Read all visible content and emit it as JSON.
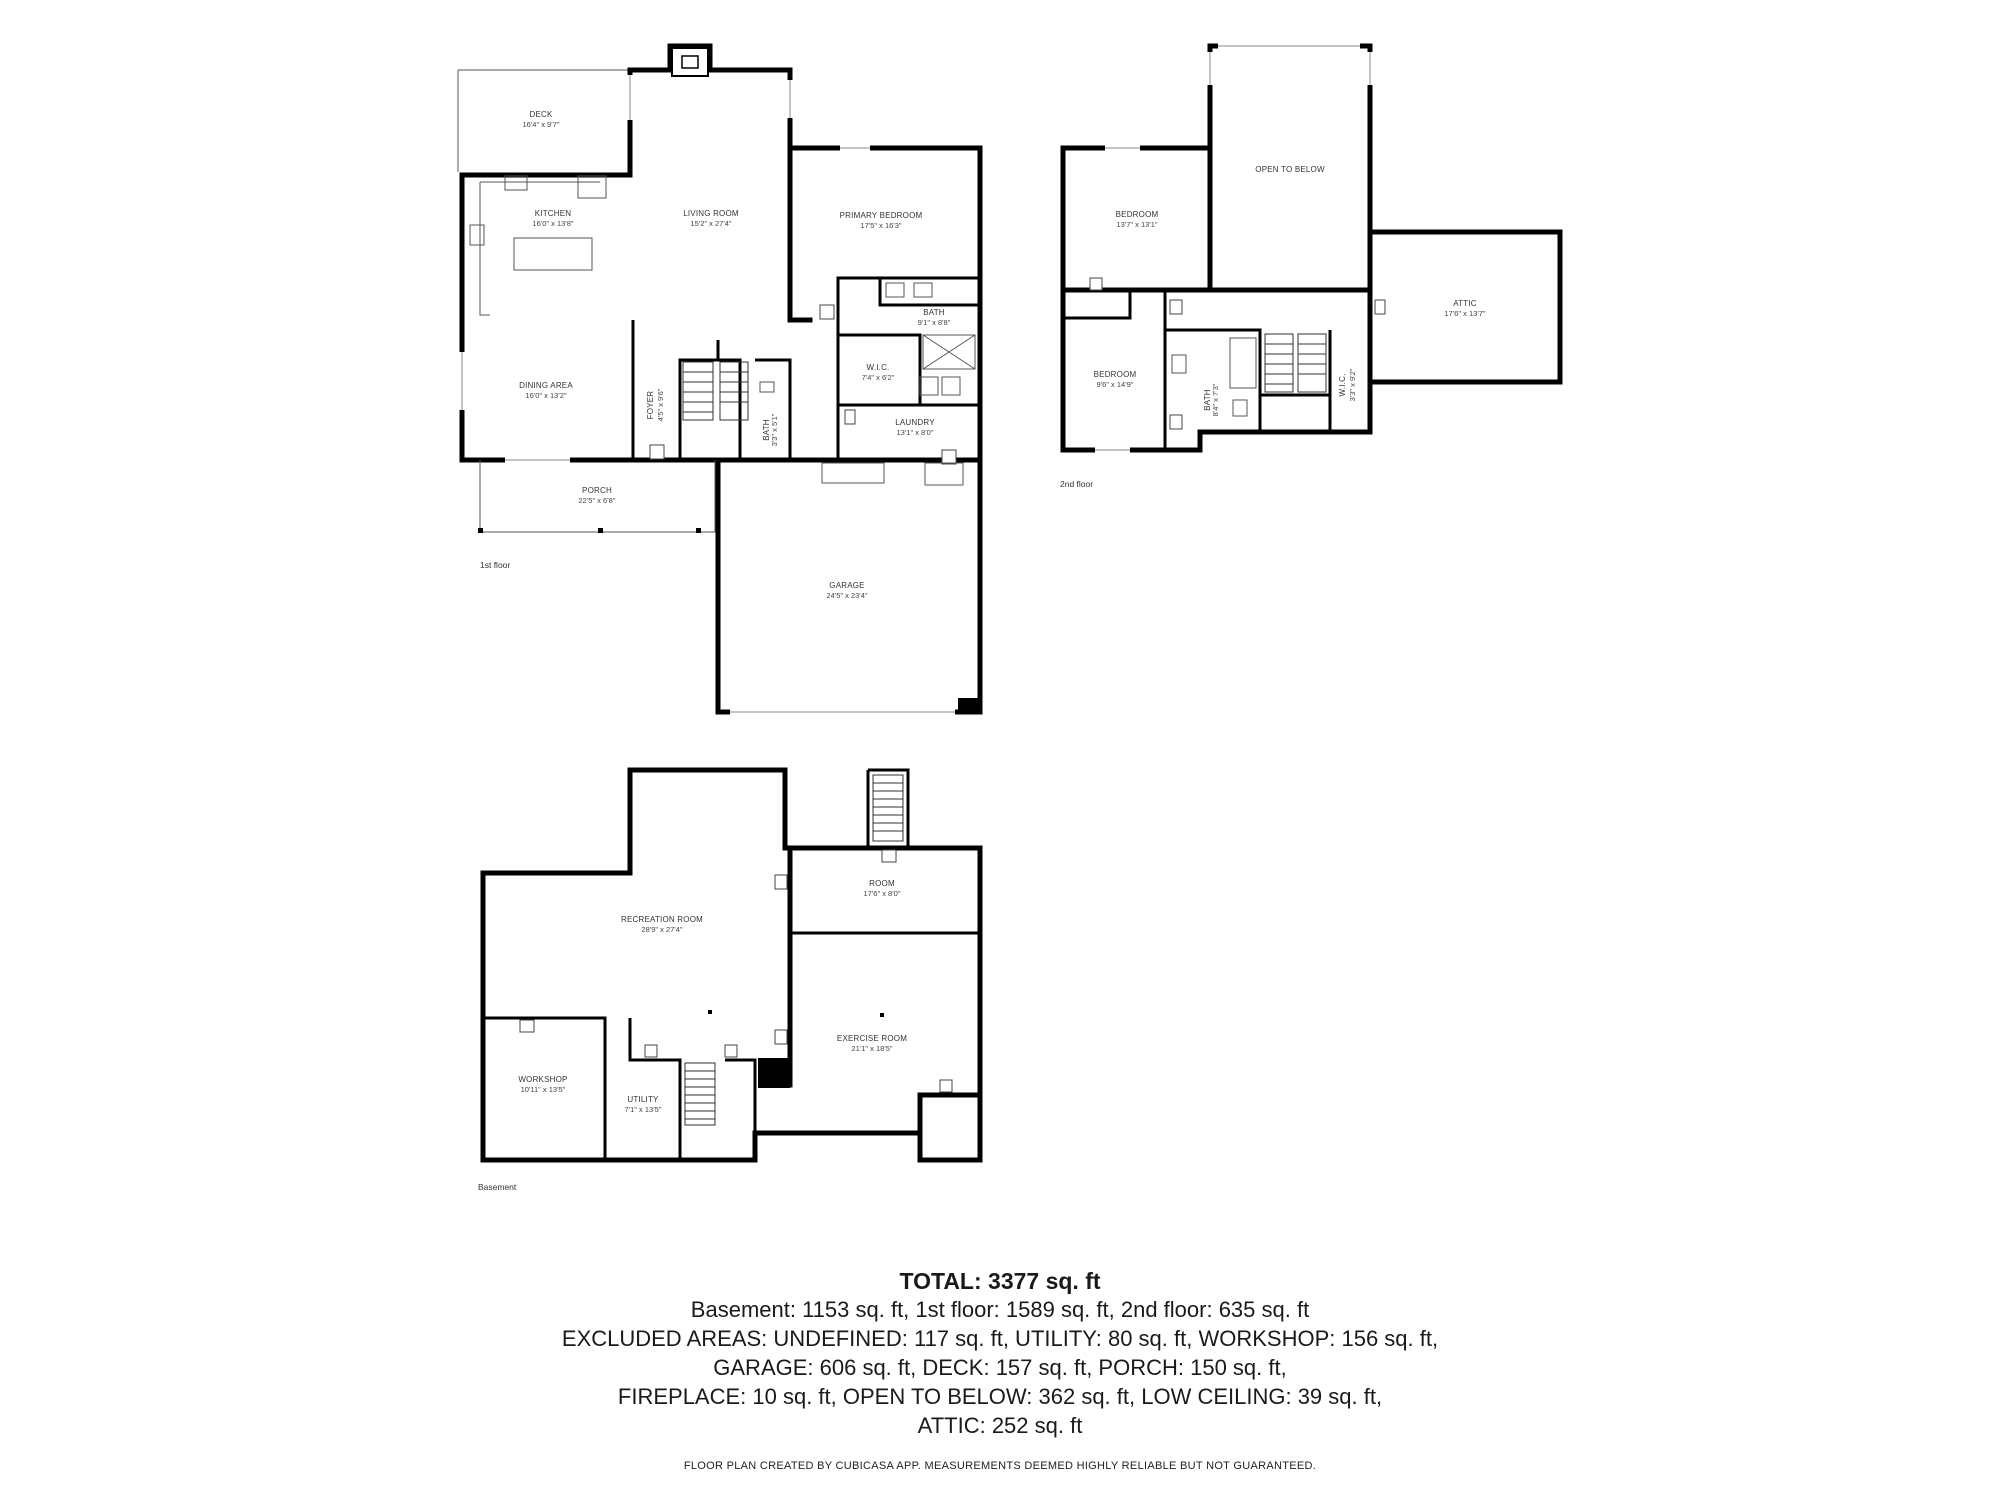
{
  "floors": {
    "first": "1st floor",
    "second": "2nd floor",
    "basement": "Basement"
  },
  "rooms": {
    "deck": {
      "name": "DECK",
      "dims": "16'4\" x 9'7\""
    },
    "kitchen": {
      "name": "KITCHEN",
      "dims": "16'0\" x 13'8\""
    },
    "living": {
      "name": "LIVING ROOM",
      "dims": "15'2\" x 27'4\""
    },
    "primary_bedroom": {
      "name": "PRIMARY BEDROOM",
      "dims": "17'5\" x 16'3\""
    },
    "primary_bath": {
      "name": "BATH",
      "dims": "9'1\" x 8'8\""
    },
    "wic1": {
      "name": "W.I.C.",
      "dims": "7'4\" x 6'2\""
    },
    "dining": {
      "name": "DINING AREA",
      "dims": "16'0\" x 13'2\""
    },
    "foyer": {
      "name": "FOYER",
      "dims": "4'5\" x 9'6\""
    },
    "half_bath": {
      "name": "BATH",
      "dims": "3'3\" x 5'1\""
    },
    "laundry": {
      "name": "LAUNDRY",
      "dims": "13'1\" x 8'0\""
    },
    "porch": {
      "name": "PORCH",
      "dims": "22'5\" x 6'8\""
    },
    "garage": {
      "name": "GARAGE",
      "dims": "24'5\" x 23'4\""
    },
    "bedroom_a": {
      "name": "BEDROOM",
      "dims": "13'7\" x 13'1\""
    },
    "open_below": {
      "name": "OPEN TO BELOW",
      "dims": ""
    },
    "attic": {
      "name": "ATTIC",
      "dims": "17'6\" x 13'7\""
    },
    "bedroom_b": {
      "name": "BEDROOM",
      "dims": "9'6\" x 14'9\""
    },
    "bath2": {
      "name": "BATH",
      "dims": "8'4\" x 7'3\""
    },
    "wic2": {
      "name": "W.I.C.",
      "dims": "3'3\" x 9'2\""
    },
    "recreation": {
      "name": "RECREATION ROOM",
      "dims": "28'9\" x 27'4\""
    },
    "room": {
      "name": "ROOM",
      "dims": "17'6\" x 8'0\""
    },
    "exercise": {
      "name": "EXERCISE ROOM",
      "dims": "21'1\" x 18'5\""
    },
    "workshop": {
      "name": "WORKSHOP",
      "dims": "10'11\" x 13'5\""
    },
    "utility": {
      "name": "UTILITY",
      "dims": "7'1\" x 13'5\""
    }
  },
  "summary": {
    "total": "TOTAL: 3377 sq. ft",
    "line1": "Basement: 1153 sq. ft, 1st floor: 1589 sq. ft, 2nd floor: 635 sq. ft",
    "line2": "EXCLUDED AREAS: UNDEFINED: 117 sq. ft, UTILITY: 80 sq. ft, WORKSHOP: 156 sq. ft,",
    "line3": "GARAGE: 606 sq. ft, DECK: 157 sq. ft, PORCH: 150 sq. ft,",
    "line4": "FIREPLACE: 10 sq. ft, OPEN TO BELOW: 362 sq. ft, LOW CEILING: 39 sq. ft,",
    "line5": "ATTIC: 252 sq. ft"
  },
  "disclaimer": "FLOOR PLAN CREATED BY CUBICASA APP. MEASUREMENTS DEEMED HIGHLY RELIABLE BUT NOT GUARANTEED."
}
